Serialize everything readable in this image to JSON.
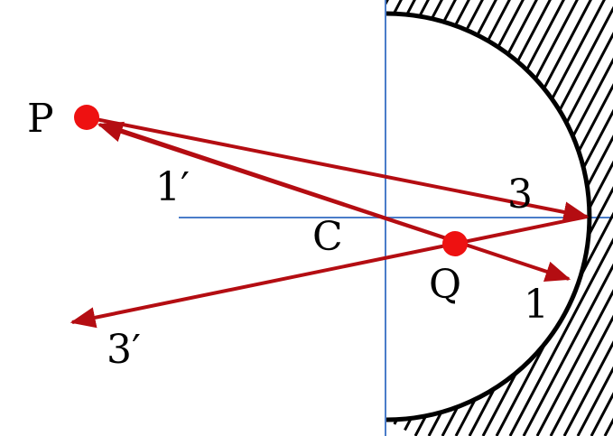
{
  "labels": {
    "object_point": "P",
    "image_point": "Q",
    "center_of_curvature": "C",
    "ray_1_incident": "1",
    "ray_1_reflected": "1′",
    "ray_3_incident": "3",
    "ray_3_reflected": "3′"
  },
  "colors": {
    "ray": "#b40d12",
    "point": "#ee1111",
    "axis": "#4a7cc9",
    "mirror": "#000000",
    "text": "#000000"
  }
}
